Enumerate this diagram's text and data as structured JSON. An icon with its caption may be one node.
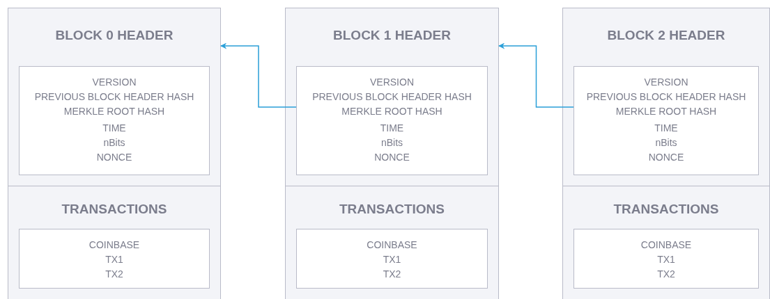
{
  "diagram": {
    "nodes": [
      {
        "text": [
          "BLOCK 0 HEADER"
        ]
      },
      {
        "text": [
          "VERSION",
          "PREVIOUS BLOCK HEADER HASH",
          "MERKLE ROOT HASH",
          "TIME",
          "nBits",
          "NONCE"
        ],
        "in": 0
      },
      {
        "text": [
          "TRANSACTIONS"
        ]
      },
      {
        "text": [
          "COINBASE",
          "TX1",
          "TX2"
        ],
        "in": 2
      },
      {
        "text": [
          "BLOCK 1 HEADER"
        ]
      },
      {
        "text": [
          "VERSION",
          "PREVIOUS BLOCK HEADER HASH",
          "MERKLE ROOT HASH",
          "TIME",
          "nBits",
          "NONCE"
        ],
        "in": 4
      },
      {
        "text": [
          "TRANSACTIONS"
        ]
      },
      {
        "text": [
          "COINBASE",
          "TX1",
          "TX2"
        ],
        "in": 6
      },
      {
        "text": [
          "BLOCK 2 HEADER"
        ]
      },
      {
        "text": [
          "VERSION",
          "PREVIOUS BLOCK HEADER HASH",
          "MERKLE ROOT HASH",
          "TIME",
          "nBits",
          "NONCE"
        ],
        "in": 8
      },
      {
        "text": [
          "TRANSACTIONS"
        ]
      },
      {
        "text": [
          "COINBASE",
          "TX1",
          "TX2"
        ],
        "in": 10
      }
    ],
    "edges": [
      {
        "from": 5,
        "to": 0,
        "arrow": "to"
      },
      {
        "from": 9,
        "to": 4,
        "arrow": "to"
      }
    ]
  }
}
